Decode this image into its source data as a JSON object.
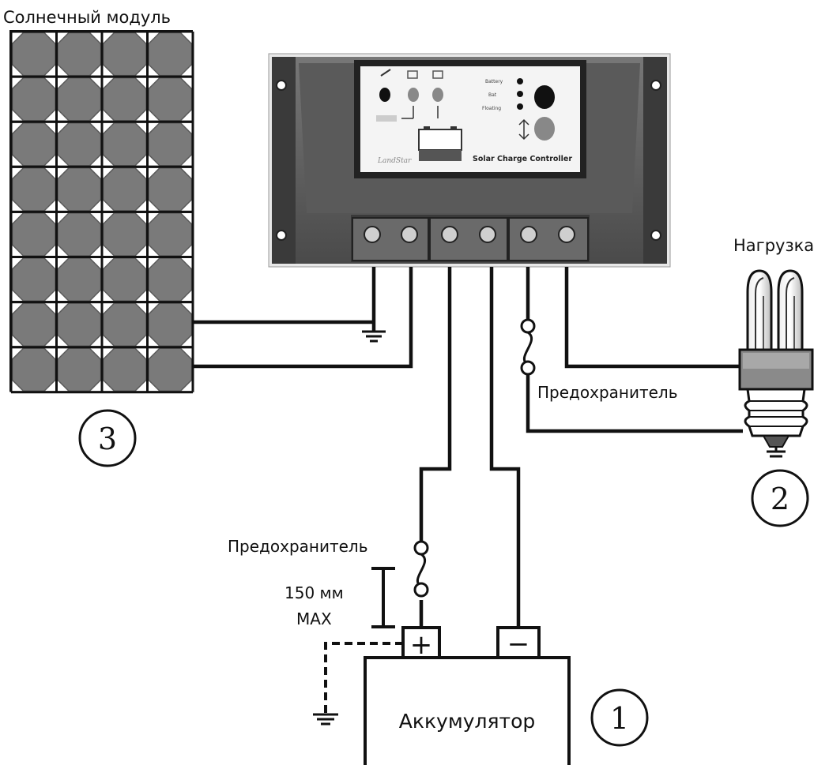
{
  "labels": {
    "solar_module": "Солнечный модуль",
    "load": "Нагрузка",
    "fuse_load": "Предохранитель",
    "fuse_battery": "Предохранитель",
    "distance_value": "150 мм",
    "distance_max": "MAX",
    "battery": "Аккумулятор"
  },
  "markers": {
    "battery": "1",
    "load": "2",
    "solar_module": "3"
  },
  "terminals": {
    "positive": "+",
    "negative": "−"
  },
  "controller": {
    "title": "Solar Charge Controller",
    "brand": "LandStar",
    "indicators": [
      "Battery",
      "Bat",
      "Floating"
    ]
  }
}
